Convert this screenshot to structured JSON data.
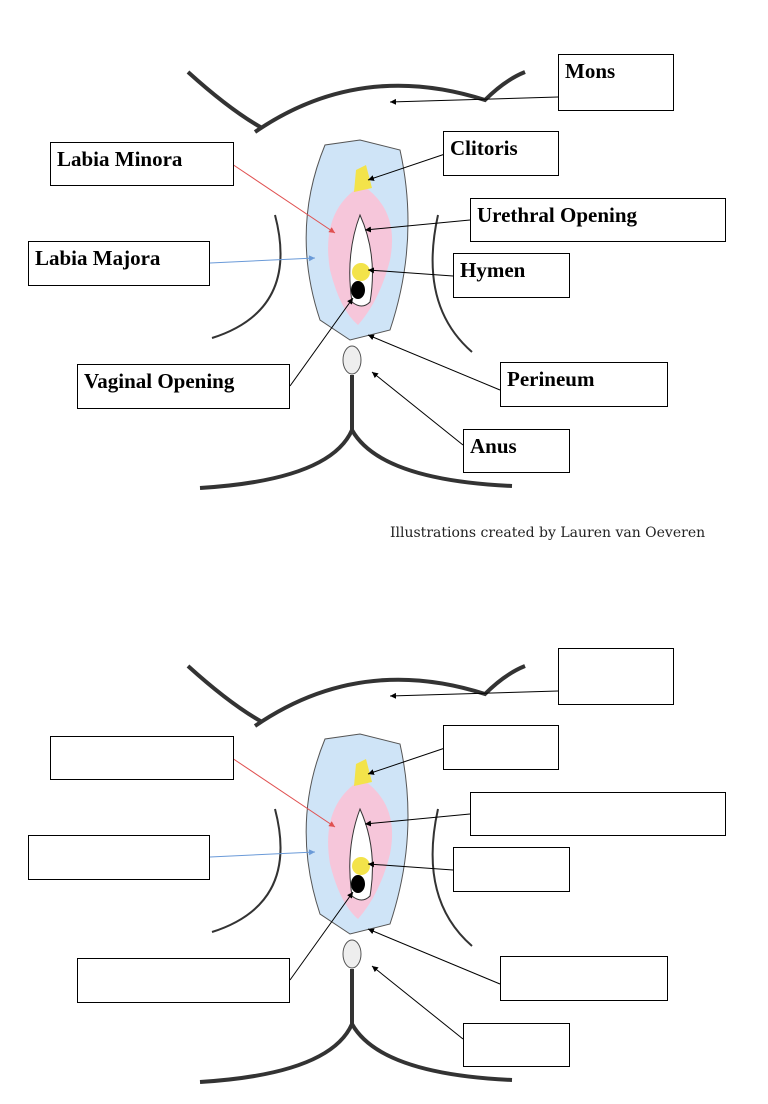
{
  "diagrams": [
    {
      "variant": "labeled",
      "labels": {
        "mons": "Mons",
        "clitoris": "Clitoris",
        "labia_minora": "Labia Minora",
        "urethral_opening": "Urethral Opening",
        "labia_majora": "Labia Majora",
        "hymen": "Hymen",
        "vaginal_opening": "Vaginal Opening",
        "perineum": "Perineum",
        "anus": "Anus"
      }
    },
    {
      "variant": "blank",
      "labels": {
        "mons": "",
        "clitoris": "",
        "labia_minora": "",
        "urethral_opening": "",
        "labia_majora": "",
        "hymen": "",
        "vaginal_opening": "",
        "perineum": "",
        "anus": ""
      }
    }
  ],
  "credit": "Illustrations created by Lauren van Oeveren",
  "colors": {
    "labia_majora": "#cfe4f7",
    "labia_minora": "#f6c6da",
    "clitoris": "#f3e34a",
    "labia_minora_arrow": "#e05050",
    "labia_majora_arrow": "#6a9ad8"
  }
}
